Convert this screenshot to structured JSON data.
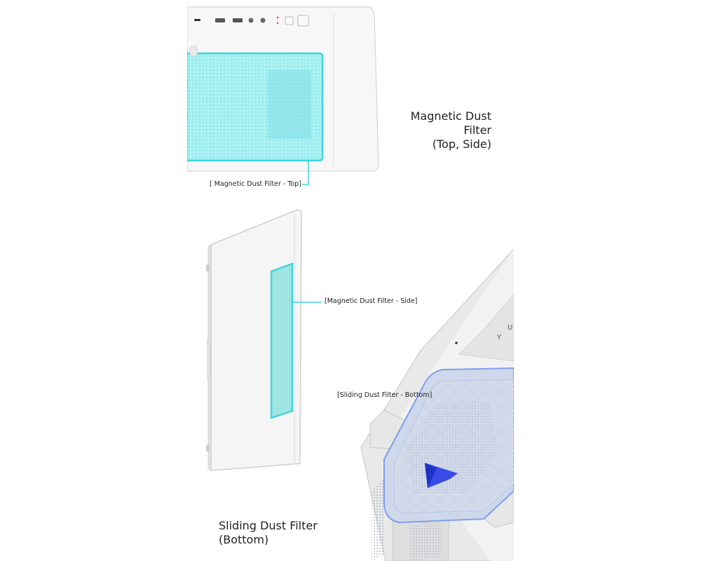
{
  "headings": {
    "top_side_line1": "Magnetic Dust Filter",
    "top_side_line2": "(Top, Side)",
    "bottom_line1": "Sliding Dust Filter",
    "bottom_line2": "(Bottom)"
  },
  "callouts": {
    "top": "[ Magnetic Dust Filter - Top]",
    "side": "[Magnetic Dust Filter - Side]",
    "bottom": "[Sliding Dust Filter - Bottom]"
  },
  "colors": {
    "filter_cyan": "#3fd6dd",
    "filter_fill": "#9eeef0",
    "bottom_blue": "#2a3fe6",
    "bottom_filter_outline": "#7f9ef0",
    "case_white": "#f4f4f4",
    "case_edge": "#d6d6d6"
  }
}
